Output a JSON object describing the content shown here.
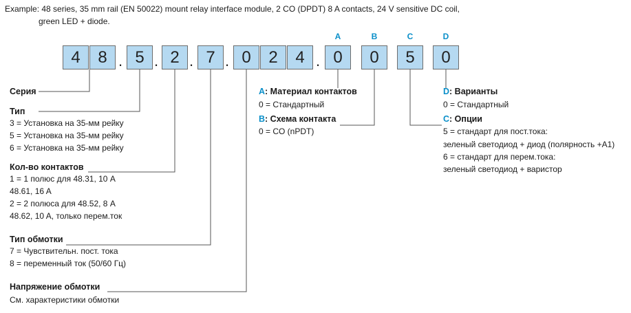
{
  "example": {
    "line1": "Example: 48 series, 35 mm rail (EN 50022) mount relay interface module, 2 CO (DPDT) 8 A contacts, 24 V sensitive DC coil,",
    "line2": "green LED + diode."
  },
  "code": {
    "boxes": [
      "4",
      "8",
      "5",
      "2",
      "7",
      "0",
      "2",
      "4",
      "0",
      "0",
      "5",
      "0"
    ],
    "separator": ".",
    "letters": [
      "A",
      "B",
      "C",
      "D"
    ]
  },
  "left": {
    "series": {
      "title": "Серия"
    },
    "type": {
      "title": "Тип",
      "lines": [
        "3 = Установка на 35-мм рейку",
        "5 = Установка на 35-мм рейку",
        "6 = Установка на 35-мм рейку"
      ]
    },
    "contacts": {
      "title": "Кол-во контактов",
      "lines": [
        "1 = 1 полюс для 48.31, 10 A",
        "48.61, 16 A",
        "2 = 2 полюса для 48.52, 8 A",
        "48.62, 10 A, только перем.ток"
      ]
    },
    "coil_type": {
      "title": "Тип обмотки",
      "lines": [
        "7 = Чувствительн. пост. тока",
        "8 = переменный ток (50/60 Гц)"
      ]
    },
    "coil_voltage": {
      "title": "Напряжение обмотки",
      "lines": [
        "См. характеристики обмотки"
      ]
    }
  },
  "mid": {
    "a": {
      "letter": "A",
      "title": ": Материал контактов",
      "lines": [
        "0 =  Стандартный"
      ]
    },
    "b": {
      "letter": "B",
      "title": ": Схема контакта",
      "lines": [
        "0 = CO (nPDT)"
      ]
    }
  },
  "right": {
    "d": {
      "letter": "D",
      "title": ": Варианты",
      "lines": [
        "0 = Стандартный"
      ]
    },
    "c": {
      "letter": "C",
      "title": ": Опции",
      "lines": [
        "5 = стандарт для пост.тока:",
        "зеленый светодиод + диод (полярность +A1)",
        "6 = стандарт для перем.тока:",
        "зеленый светодиод + варистор"
      ]
    }
  },
  "colors": {
    "box_fill": "#b5d9f1",
    "accent": "#0a8fc9",
    "line": "#555555"
  }
}
